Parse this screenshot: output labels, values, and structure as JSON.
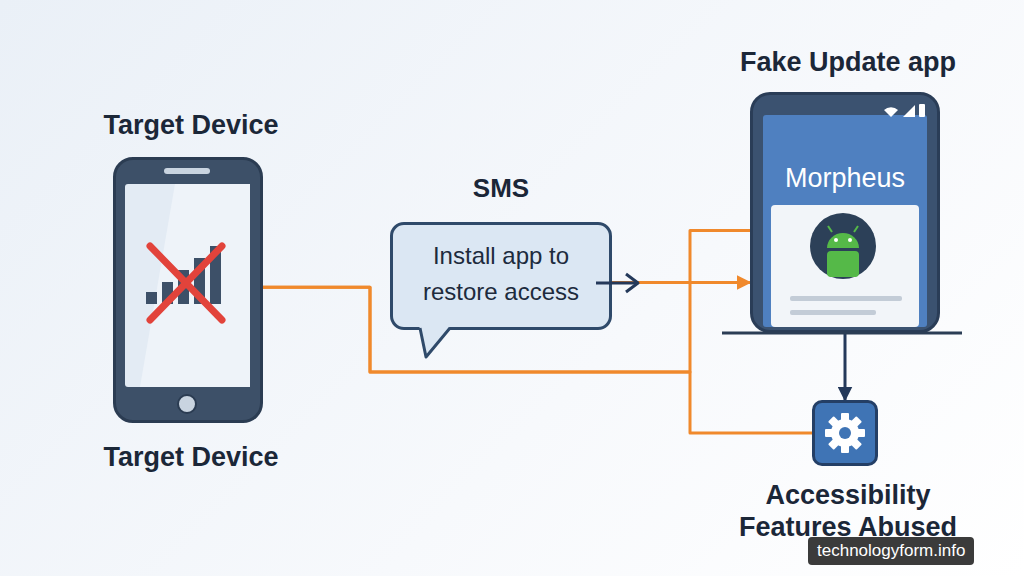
{
  "diagram": {
    "nodes": [
      {
        "text": [
          "Target Device",
          "Target Device"
        ]
      },
      {
        "text": [
          "SMS",
          "Install app to restore access"
        ]
      },
      {
        "text": [
          "Fake Update app"
        ]
      },
      {
        "text": [
          "Morpheus"
        ],
        "in": 2
      },
      {
        "text": [
          "Accessibility Features Abused"
        ]
      }
    ],
    "edges": [
      {
        "from": 0,
        "to": 2,
        "arrow": "none"
      },
      {
        "from": 0,
        "to": 4,
        "arrow": "none"
      },
      {
        "from": 1,
        "to": 2,
        "arrow": "to"
      },
      {
        "from": 2,
        "to": 4,
        "arrow": "to"
      }
    ],
    "labels": [
      "technologyform.info"
    ]
  }
}
